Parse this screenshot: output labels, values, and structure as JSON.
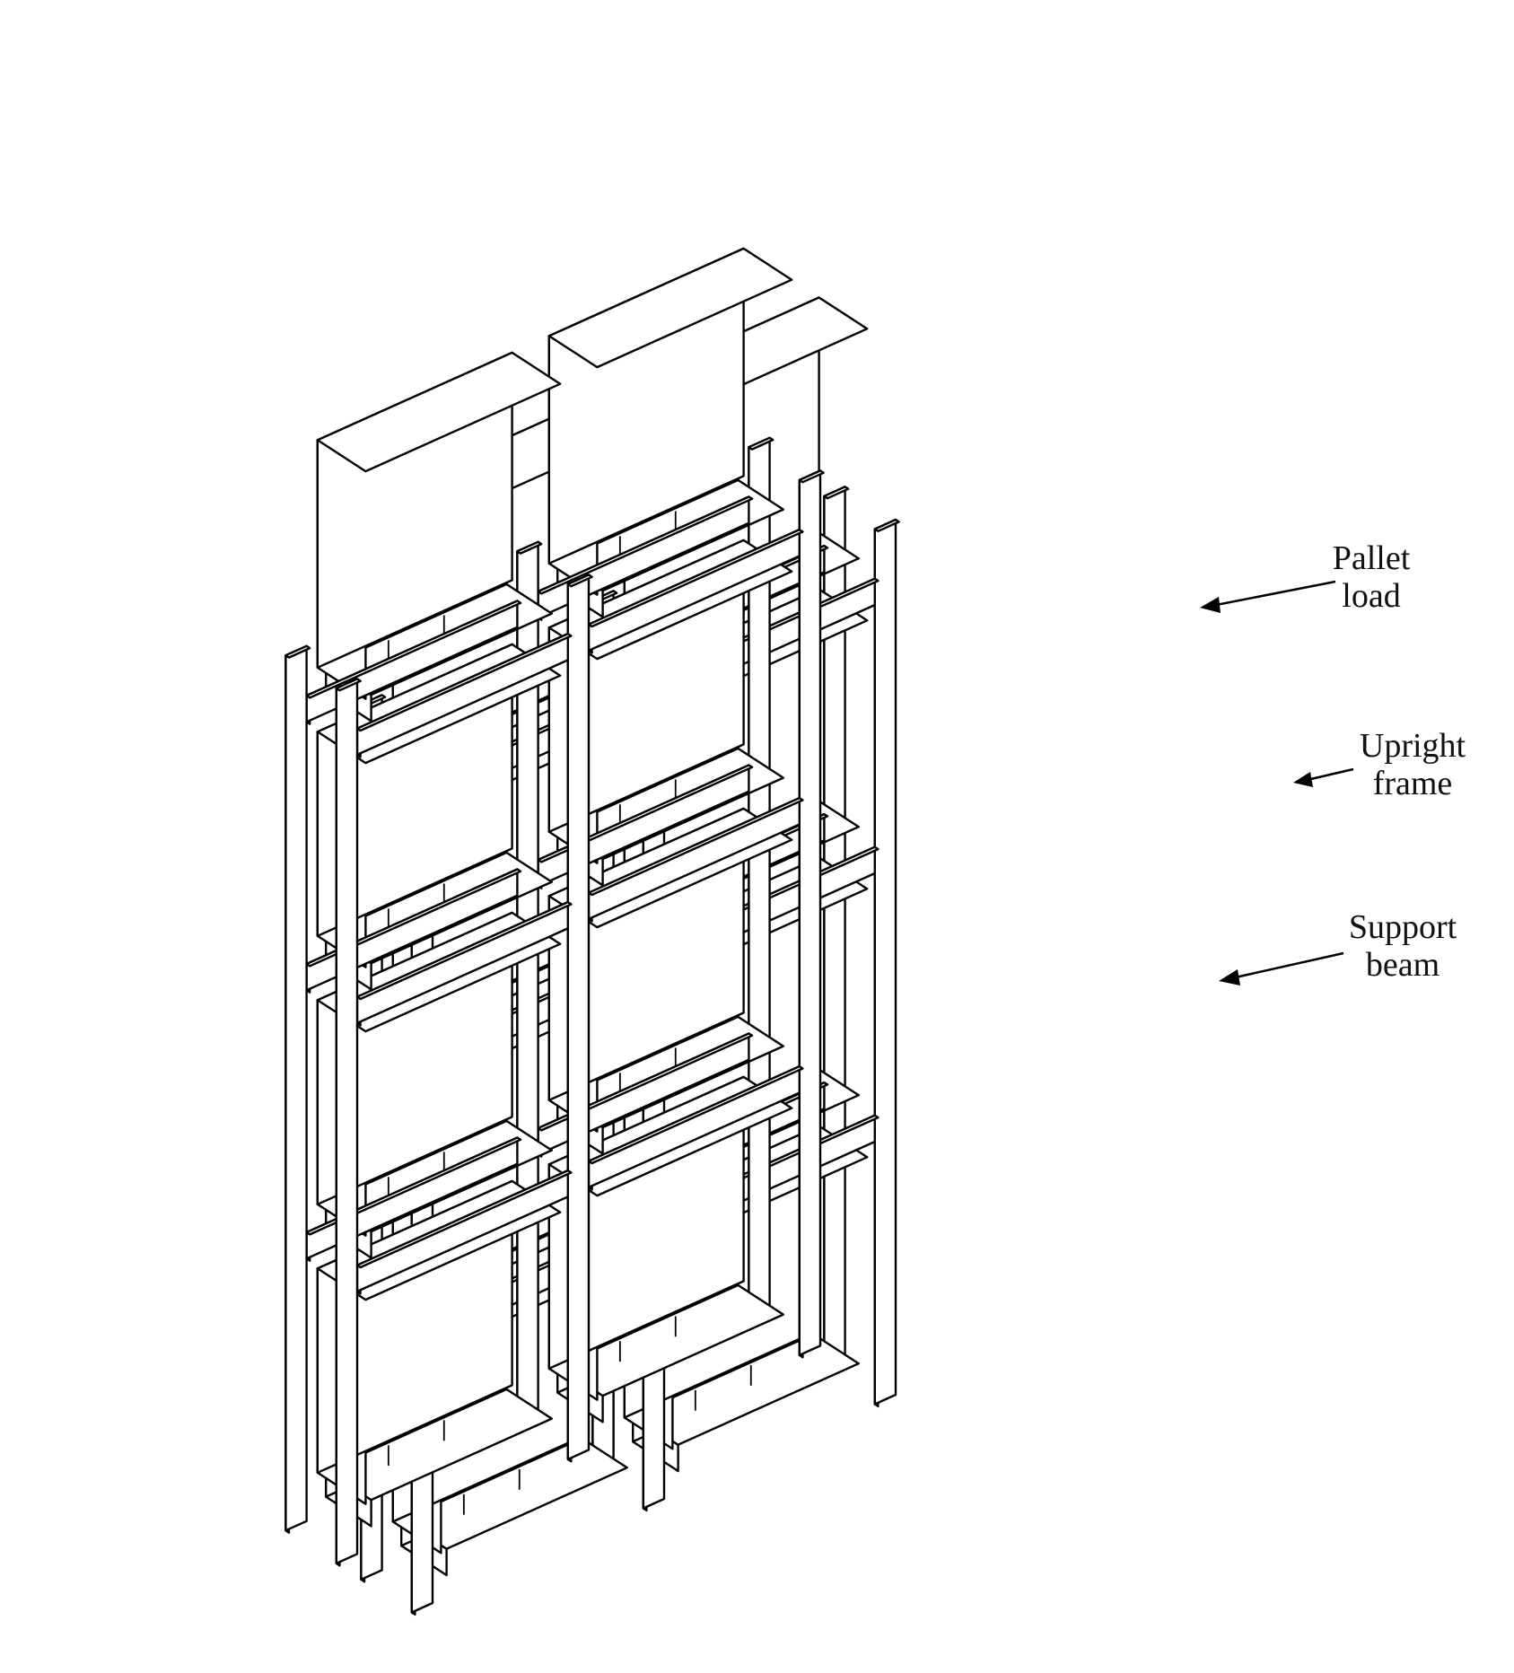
{
  "diagram": {
    "subject": "Selective pallet rack with pallet loads",
    "labels": {
      "pallet_load": [
        "Pallet",
        "load"
      ],
      "upright_frame": [
        "Upright",
        "frame"
      ],
      "support_beam": [
        "Support",
        "beam"
      ]
    },
    "colors": {
      "line": "#000000",
      "face": "#ffffff",
      "background": "#ffffff"
    }
  }
}
